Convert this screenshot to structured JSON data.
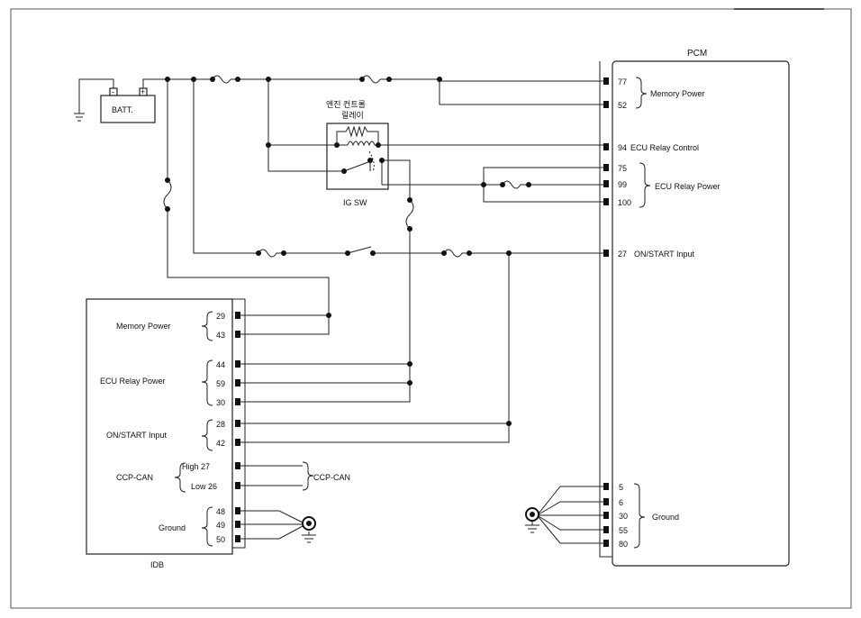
{
  "pcm": {
    "title": "PCM"
  },
  "idb": {
    "title": "IDB"
  },
  "battery": {
    "label": "BATT.",
    "neg": "-",
    "pos": "+"
  },
  "relay": {
    "title_line1": "엔진    컨트롤",
    "title_line2": "릴레이",
    "switch_label": "IG SW"
  },
  "pcm_pins": {
    "p77": "77",
    "p52": "52",
    "p94": "94",
    "p75": "75",
    "p99": "99",
    "p100": "100",
    "p27": "27",
    "p5": "5",
    "p6": "6",
    "p30": "30",
    "p55": "55",
    "p80": "80"
  },
  "pcm_groups": {
    "memory_power": "Memory Power",
    "ecu_relay_control": "ECU Relay Control",
    "ecu_relay_power": "ECU Relay Power",
    "on_start_input": "ON/START Input",
    "ground": "Ground"
  },
  "idb_pins": {
    "p29": "29",
    "p43": "43",
    "p44": "44",
    "p59": "59",
    "p30": "30",
    "p28": "28",
    "p42": "42",
    "high27": "High 27",
    "low26": "Low 26",
    "p48": "48",
    "p49": "49",
    "p50": "50"
  },
  "idb_groups": {
    "memory_power": "Memory Power",
    "ecu_relay_power": "ECU Relay Power",
    "on_start_input": "ON/START Input",
    "ccp_can": "CCP-CAN",
    "ground": "Ground"
  },
  "ccp_can_label": "CCP-CAN"
}
